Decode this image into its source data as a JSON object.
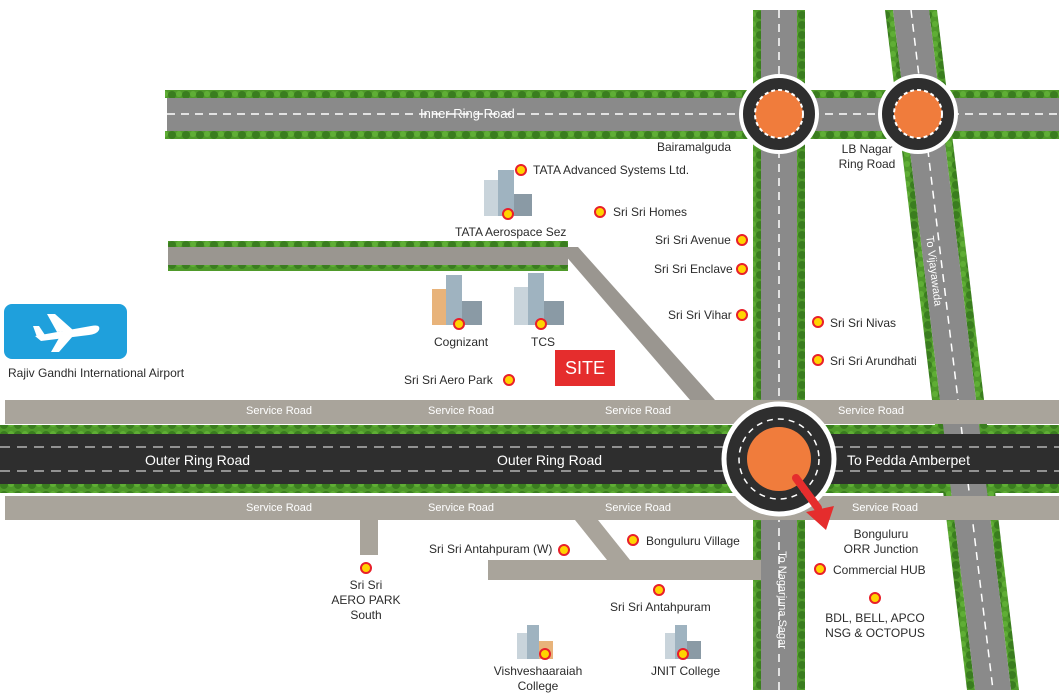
{
  "roads": {
    "inner_ring": "Inner Ring Road",
    "outer_ring_west": "Outer Ring Road",
    "outer_ring_center": "Outer Ring Road",
    "to_pedda_amberpet": "To Pedda Amberpet",
    "to_vijayawada": "To Vijayawada",
    "to_nagarjuna_sagar": "To Nagarjuna Sagar",
    "service_road": "Service Road"
  },
  "junctions": {
    "bairamalguda": "Bairamalguda",
    "lb_nagar_line1": "LB Nagar",
    "lb_nagar_line2": "Ring Road",
    "bonguluru_line1": "Bonguluru",
    "bonguluru_line2": "ORR Junction"
  },
  "site_label": "SITE",
  "airport": {
    "label": "Rajiv Gandhi International Airport",
    "icon": "airplane-icon",
    "color": "#1fa0dc"
  },
  "places": {
    "tata_advanced": "TATA Advanced Systems Ltd.",
    "tata_aerospace": "TATA Aerospace Sez",
    "sri_sri_homes": "Sri Sri Homes",
    "sri_sri_avenue": "Sri Sri Avenue",
    "sri_sri_enclave": "Sri Sri Enclave",
    "sri_sri_vihar": "Sri Sri Vihar",
    "sri_sri_nivas": "Sri Sri Nivas",
    "sri_sri_arundhati": "Sri Sri Arundhati",
    "cognizant": "Cognizant",
    "tcs": "TCS",
    "sri_sri_aero_park": "Sri Sri Aero Park",
    "sri_sri_antahpuram_w": "Sri Sri Antahpuram (W)",
    "bonguluru_village": "Bonguluru Village",
    "sri_sri_antahpuram": "Sri Sri Antahpuram",
    "aero_park_south_1": "Sri Sri",
    "aero_park_south_2": "AERO PARK",
    "aero_park_south_3": "South",
    "commercial_hub": "Commercial HUB",
    "bdl_line1": "BDL, BELL, APCO",
    "bdl_line2": "NSG & OCTOPUS",
    "vishvesharaiah_1": "Vishveshaaraiah",
    "vishvesharaiah_2": "College",
    "jnit": "JNIT College"
  },
  "colors": {
    "road": "#8a8a8a",
    "main_road": "#2e2e2e",
    "service_road": "#a9a49b",
    "greenery": "#3f8a22",
    "roundabout": "#f07c3c",
    "poi_fill": "#ffd400",
    "poi_ring": "#e8202a",
    "site": "#e52d2d",
    "arrow": "#e52d2d"
  }
}
